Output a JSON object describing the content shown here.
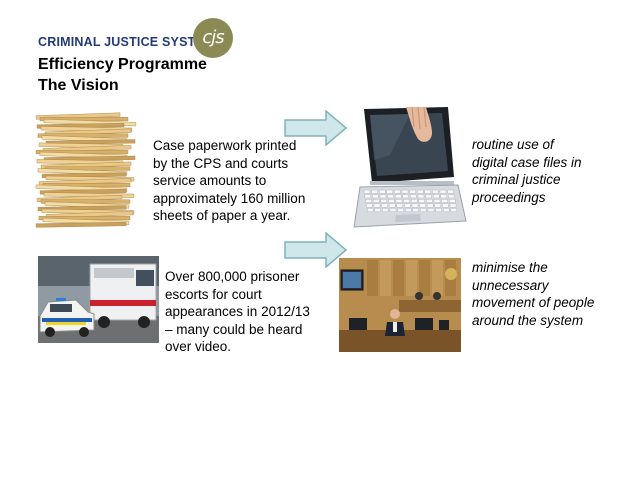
{
  "logo": {
    "org_name": "CRIMINAL JUSTICE SYSTEM",
    "mark": "cjs"
  },
  "title": {
    "line1": "Efficiency Programme",
    "line2": "The Vision"
  },
  "row1": {
    "text_lines": [
      "Case paperwork printed",
      "by the CPS and courts",
      "service amounts to",
      "approximately 160 million",
      "sheets of paper a year."
    ],
    "vision_lines": [
      "routine use of",
      "digital case files in",
      "criminal justice",
      "proceedings"
    ]
  },
  "row2": {
    "text_lines": [
      "Over 800,000 prisoner",
      "escorts for court",
      "appearances in 2012/13",
      "– many could be heard",
      "over video."
    ],
    "vision_lines": [
      "minimise the",
      "unnecessary",
      "movement of people",
      "around the system"
    ]
  },
  "colors": {
    "brand_blue": "#233a7a",
    "logo_olive": "#8b8a55",
    "arrow_fill": "#cfe6ea",
    "arrow_stroke": "#7fb3bd"
  },
  "icons": [
    "paper-stack-photo",
    "tablet-laptop-photo",
    "prison-van-photo",
    "video-courtroom-photo",
    "right-arrow-icon"
  ]
}
